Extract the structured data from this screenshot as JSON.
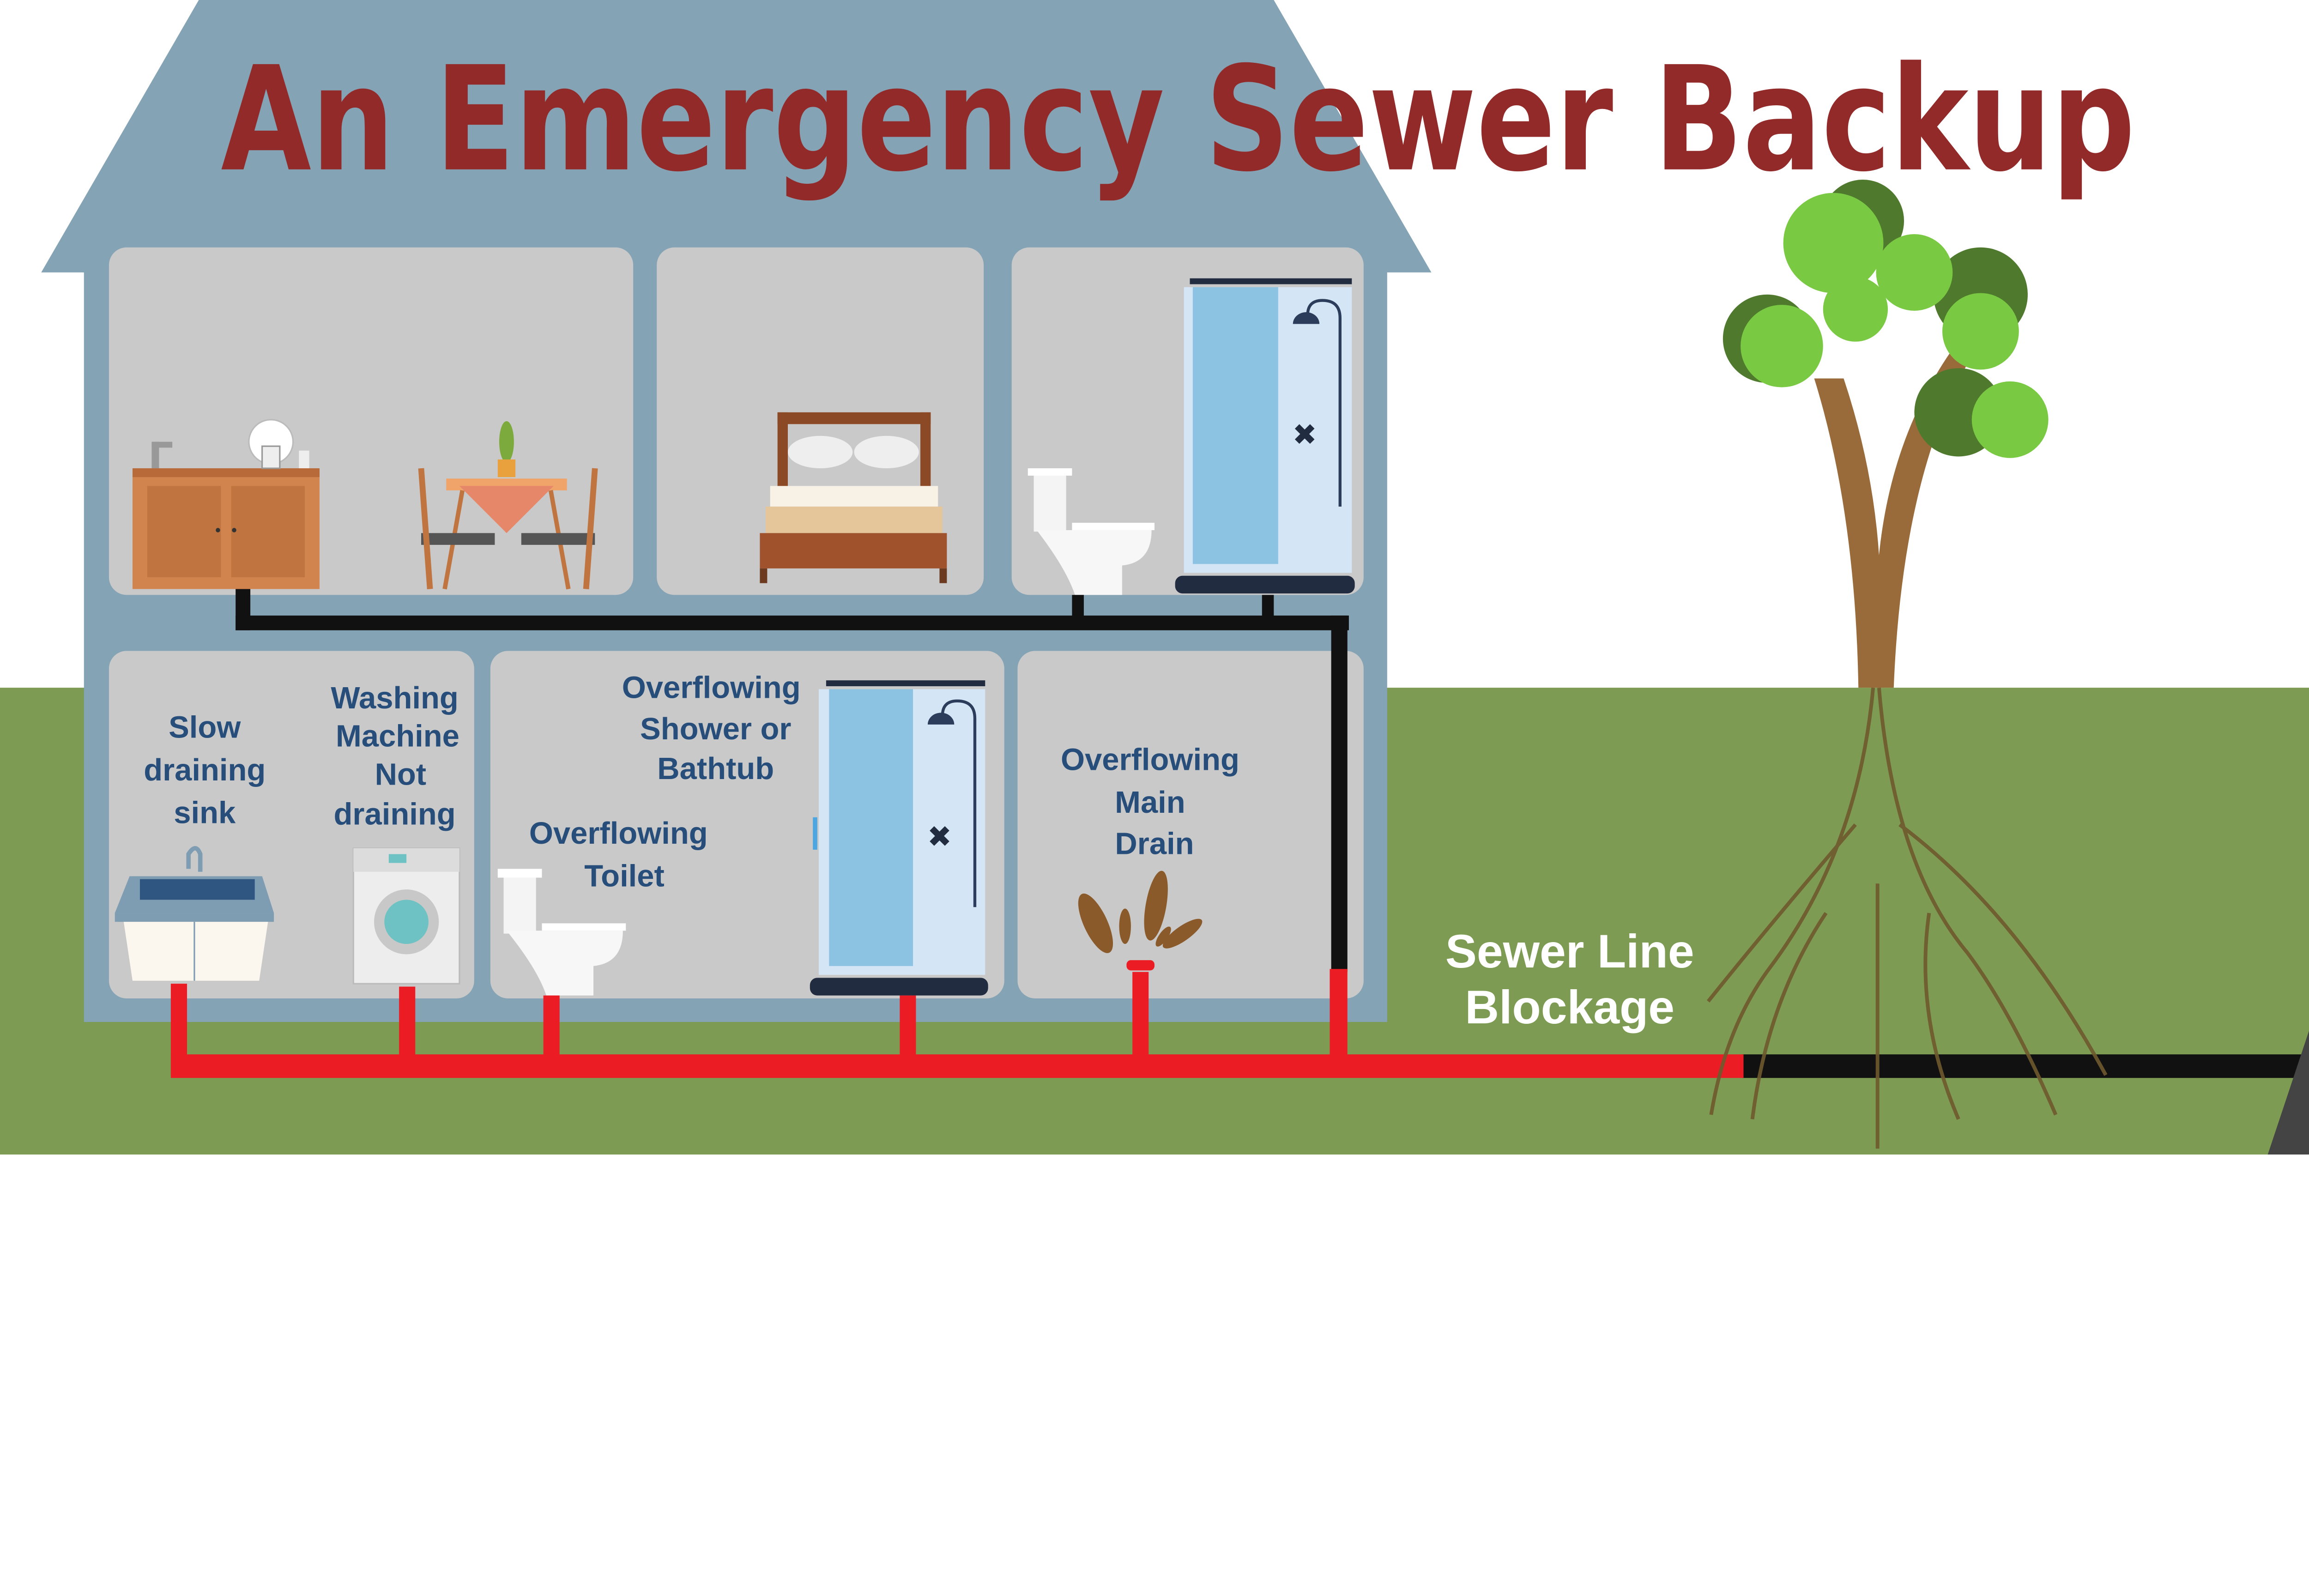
{
  "title": "An Emergency Sewer Backup",
  "labels": {
    "sink": [
      "Slow",
      "draining",
      "sink"
    ],
    "washer": [
      "Washing",
      "Machine",
      "Not",
      "draining"
    ],
    "shower": [
      "Overflowing",
      "Shower or",
      "Bathtub"
    ],
    "toilet": [
      "Overflowing",
      "Toilet"
    ],
    "main_drain": [
      "Overflowing",
      "Main",
      "Drain"
    ],
    "blockage": [
      "Sewer Line",
      "Blockage"
    ]
  },
  "colors": {
    "title": "#922A2A",
    "house": "#84A3B4",
    "room": "#C9C9C9",
    "ground": "#7D9B52",
    "backed_up_pipe": "#EC1C24",
    "clear_pipe": "#111111",
    "label_text": "#274E7A"
  }
}
